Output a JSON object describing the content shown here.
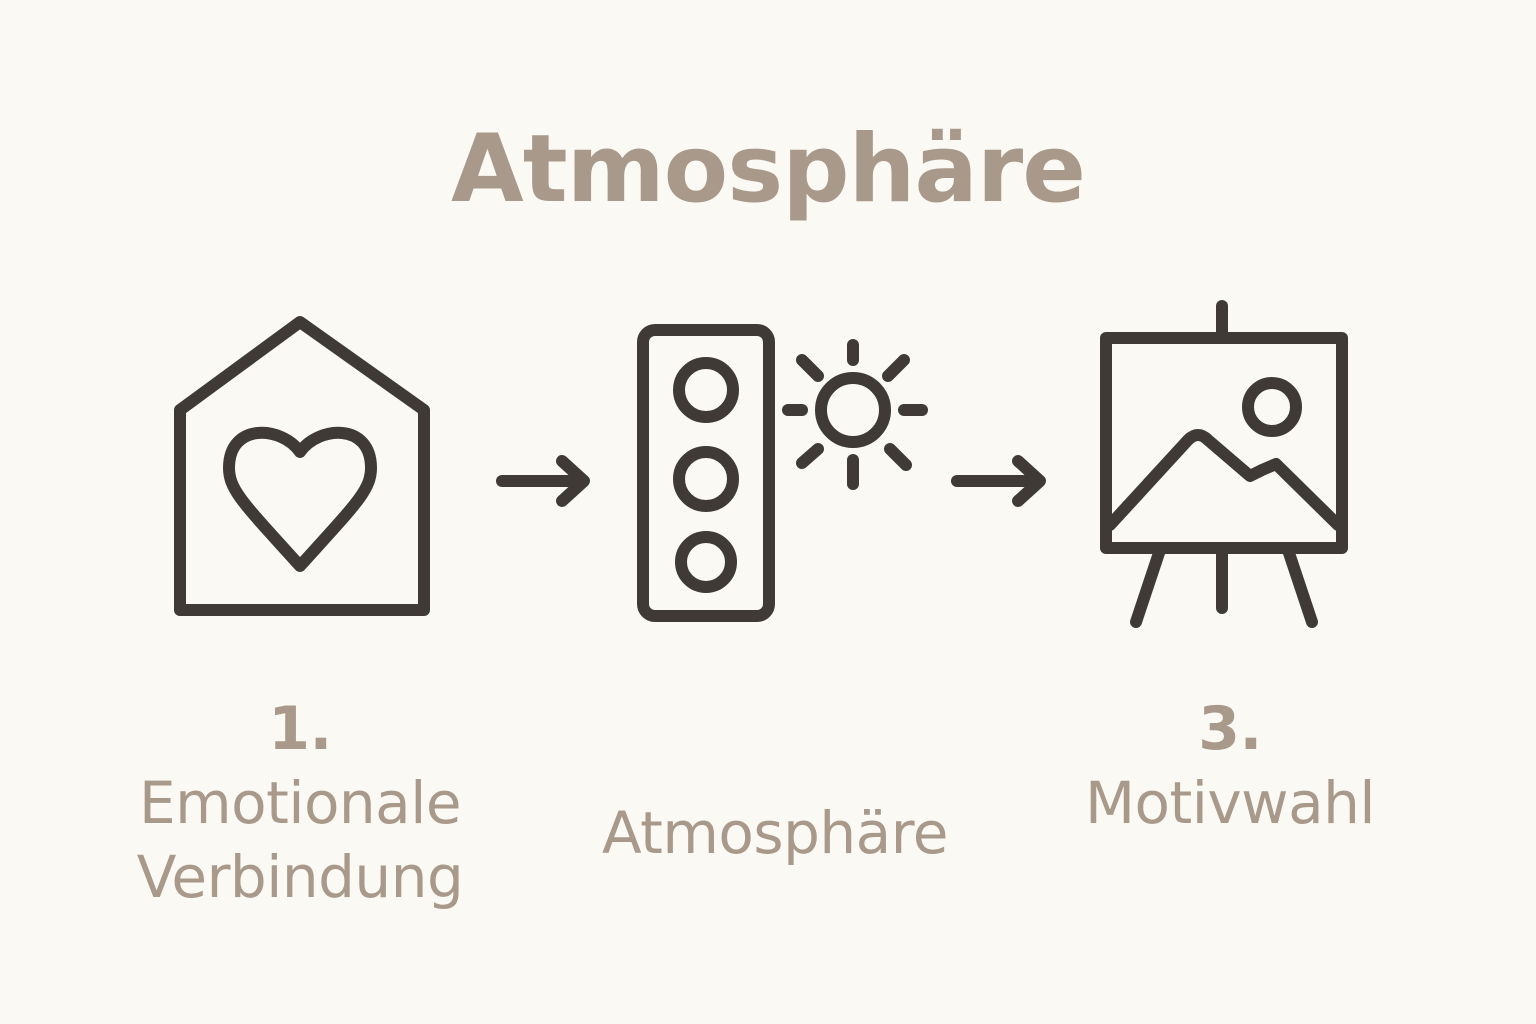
{
  "title": "Atmosphäre",
  "colors": {
    "background": "#fbf9f4",
    "text": "#a8998a",
    "icon_stroke": "#3f3a36"
  },
  "steps": [
    {
      "number": "1.",
      "label_line1": "Emotionale",
      "label_line2": "Verbindung",
      "icon": "house-heart-icon"
    },
    {
      "number": "",
      "label_line1": "Atmosphäre",
      "label_line2": "",
      "icon": "light-panel-sun-icon"
    },
    {
      "number": "3.",
      "label_line1": "Motivwahl",
      "label_line2": "",
      "icon": "easel-picture-icon"
    }
  ]
}
